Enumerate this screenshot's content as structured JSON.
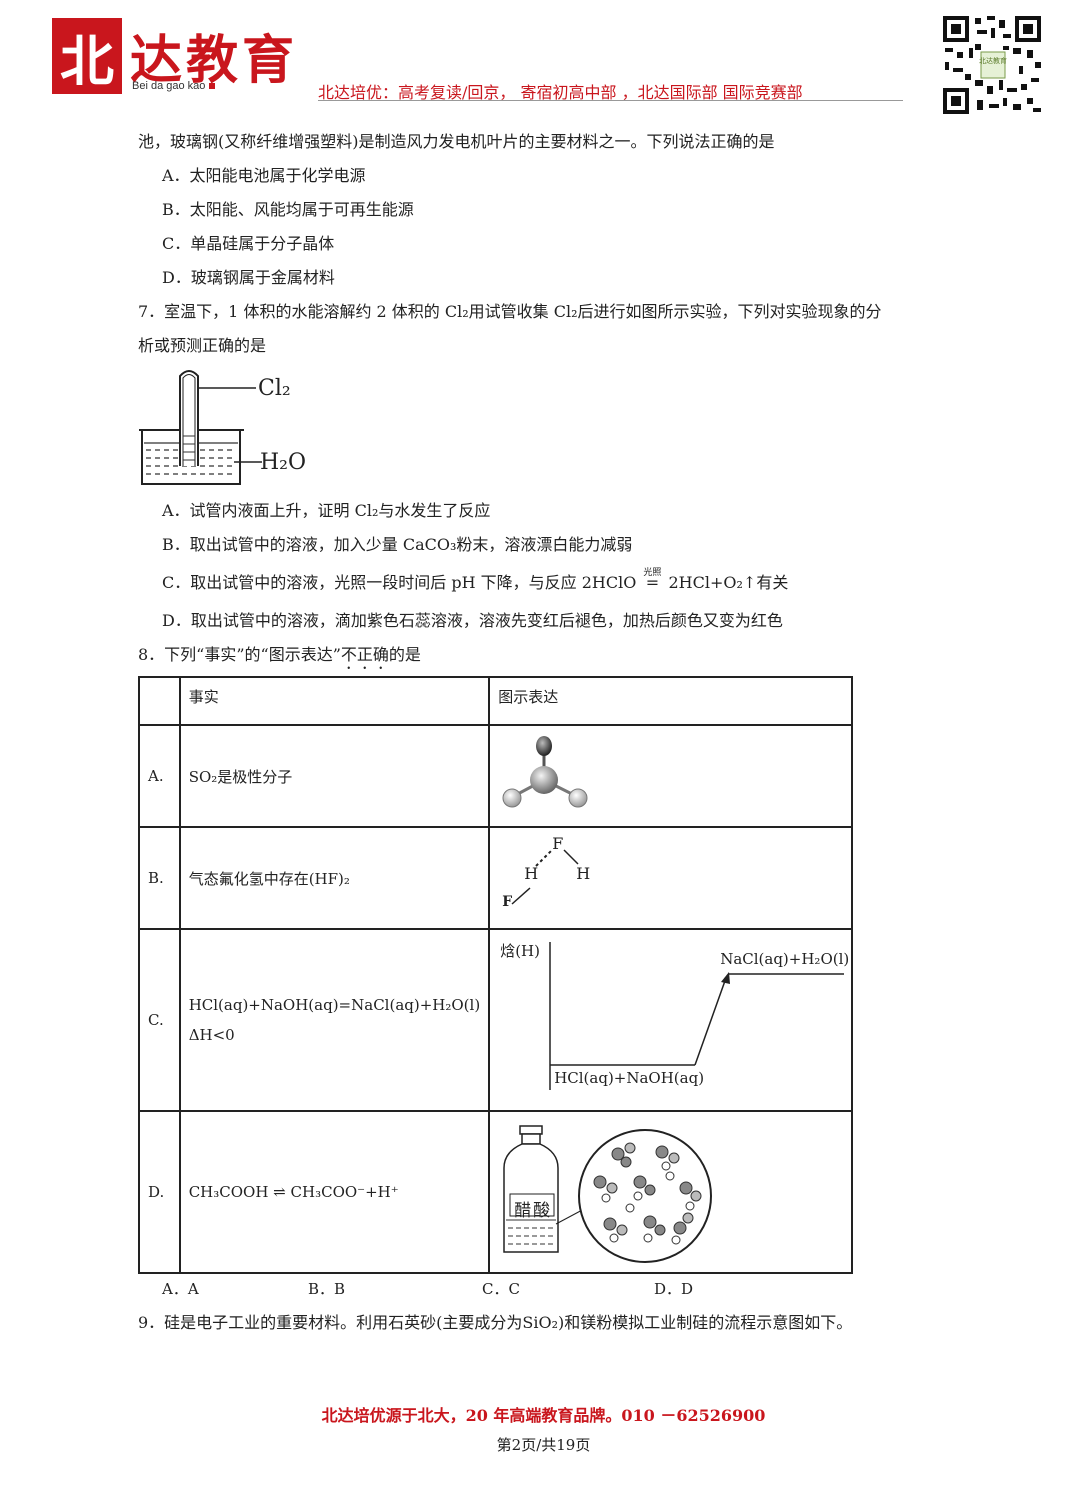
{
  "header": {
    "logo_char": "北",
    "logo_text": "达教育",
    "logo_pinyin": "Bei da gao kao",
    "slogan": "北达培优：高考复读/回京， 寄宿初高中部 ，北达国际部 国际竞赛部",
    "qr_badge": "北达教育"
  },
  "q6_tail": "池，玻璃钢(又称纤维增强塑料)是制造风力发电机叶片的主要材料之一。下列说法正确的是",
  "q6_options": [
    "A．太阳能电池属于化学电源",
    "B．太阳能、风能均属于可再生能源",
    "C．单晶硅属于分子晶体",
    "D．玻璃钢属于金属材料"
  ],
  "q7": {
    "stem_line1": "7．室温下，1 体积的水能溶解约 2 体积的 Cl₂用试管收集 Cl₂后进行如图所示实验，下列对实验现象的分",
    "stem_line2": "析或预测正确的是",
    "fig_label_cl2": "Cl₂",
    "fig_label_h2o": "H₂O",
    "options": [
      "A．试管内液面上升，证明 Cl₂与水发生了反应",
      "B．取出试管中的溶液，加入少量 CaCO₃粉末，溶液漂白能力减弱",
      "C．取出试管中的溶液，光照一段时间后 pH 下降，与反应 2HClO",
      "D．取出试管中的溶液，滴加紫色石蕊溶液，溶液先变红后褪色，加热后颜色又变为红色"
    ],
    "optC_condition": "光照",
    "optC_eq": "=",
    "optC_tail": "2HCl+O₂↑有关"
  },
  "q8": {
    "stem_prefix": "8．下列“事实”的“图示表达”",
    "stem_emph": "不正确",
    "stem_suffix": "的是",
    "header": [
      "",
      "事实",
      "图示表达"
    ],
    "rows": [
      {
        "label": "A.",
        "fact": "SO₂是极性分子"
      },
      {
        "label": "B.",
        "fact": "气态氟化氢中存在(HF)₂"
      },
      {
        "label": "C.",
        "fact": "HCl(aq)+NaOH(aq)=NaCl(aq)+H₂O(l)",
        "fact2": "ΔH<0"
      },
      {
        "label": "D.",
        "fact": "CH₃COOH ⇌ CH₃COO⁻+H⁺"
      }
    ],
    "hf_labels": {
      "f_top": "F",
      "h_left": "H",
      "h_right": "H",
      "f_bottom": "F"
    },
    "enthalpy": {
      "axis_label": "焓(H)",
      "product": "NaCl(aq)+H₂O(l)",
      "reactant": "HCl(aq)+NaOH(aq)"
    },
    "bottle_label": "醋酸",
    "answers": [
      "A．A",
      "B．B",
      "C．C",
      "D．D"
    ]
  },
  "q9_stem": "9．硅是电子工业的重要材料。利用石英砂(主要成分为SiO₂)和镁粉模拟工业制硅的流程示意图如下。",
  "footer": {
    "slogan": "北达培优源于北大，20 年高端教育品牌。010 －62526900",
    "page": "第2页/共19页"
  }
}
